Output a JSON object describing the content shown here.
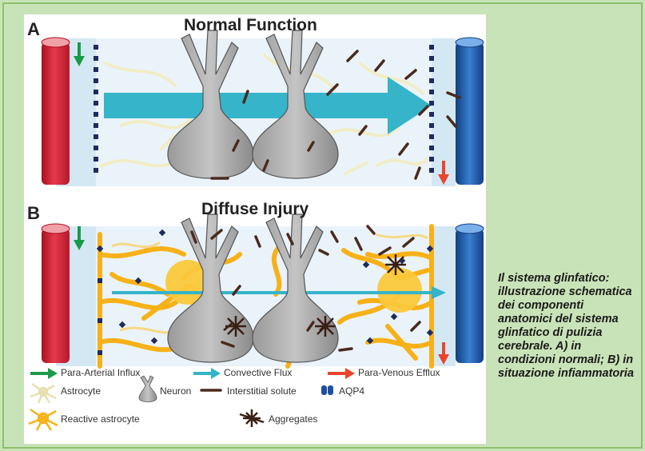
{
  "panels": [
    {
      "letter": "A",
      "title": "Normal Function"
    },
    {
      "letter": "B",
      "title": "Diffuse Injury"
    }
  ],
  "legend": {
    "flows": [
      {
        "label": "Para-Arterial Influx",
        "color": "#1a9a4a"
      },
      {
        "label": "Convective Flux",
        "color": "#34b4c8"
      },
      {
        "label": "Para-Venous Efflux",
        "color": "#e8452e"
      }
    ],
    "items": [
      {
        "label": "Astrocyte",
        "icon": "astrocyte-icon"
      },
      {
        "label": "Neuron",
        "icon": "neuron-icon"
      },
      {
        "label": "Interstitial solute",
        "icon": "solute-icon"
      },
      {
        "label": "AQP4",
        "icon": "aqp4-icon"
      },
      {
        "label": "Reactive astrocyte",
        "icon": "reactive-astrocyte-icon"
      },
      {
        "label": "Aggregates",
        "icon": "aggregates-icon"
      }
    ]
  },
  "colors": {
    "artery": "#d8233a",
    "vein": "#1f5fae",
    "neuron": "#8f8f8f",
    "background": "#c9e3b8"
  },
  "caption": "Il sistema glinfatico: illustrazione schematica dei componenti anatomici del sistema glinfatico di pulizia cerebrale. A) in condizioni normali; B) in situazione infiammatoria"
}
